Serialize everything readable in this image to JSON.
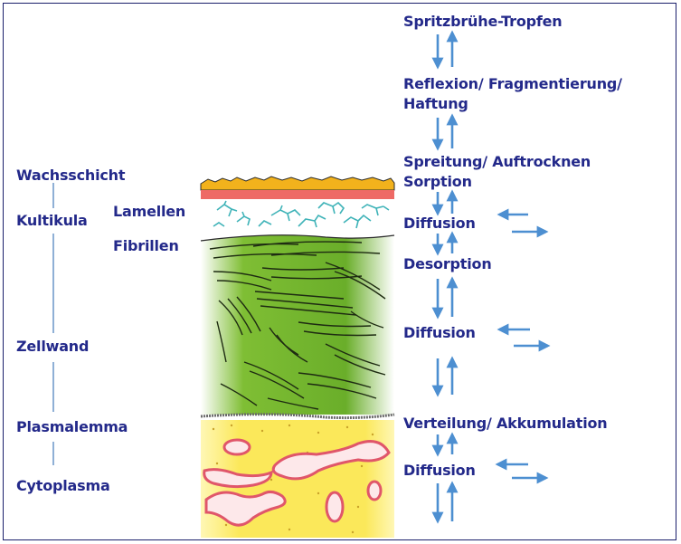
{
  "left_labels": {
    "wachsschicht": "Wachsschicht",
    "kutikula": "Kultikula",
    "lamellen": "Lamellen",
    "fibrillen": "Fibrillen",
    "zellwand": "Zellwand",
    "plasmalemma": "Plasmalemma",
    "cytoplasma": "Cytoplasma"
  },
  "process_steps": [
    "Spritzbrühe-Tropfen",
    "Reflexion/ Fragmentierung/",
    "Haftung",
    "Spreitung/ Auftrocknen",
    "Sorption",
    "Diffusion",
    "Desorption",
    "Diffusion",
    "Verteilung/ Akkumulation",
    "Diffusion"
  ],
  "colors": {
    "text": "#23298a",
    "arrow": "#4d8fd1",
    "bracket_line": "#8fb0d6",
    "wax": "#f2b21c",
    "cuticle": "#ee6a66",
    "lamellae": "#3fb3b8",
    "cell_wall": "#6fb52b",
    "cytoplasm": "#fbe85a"
  }
}
